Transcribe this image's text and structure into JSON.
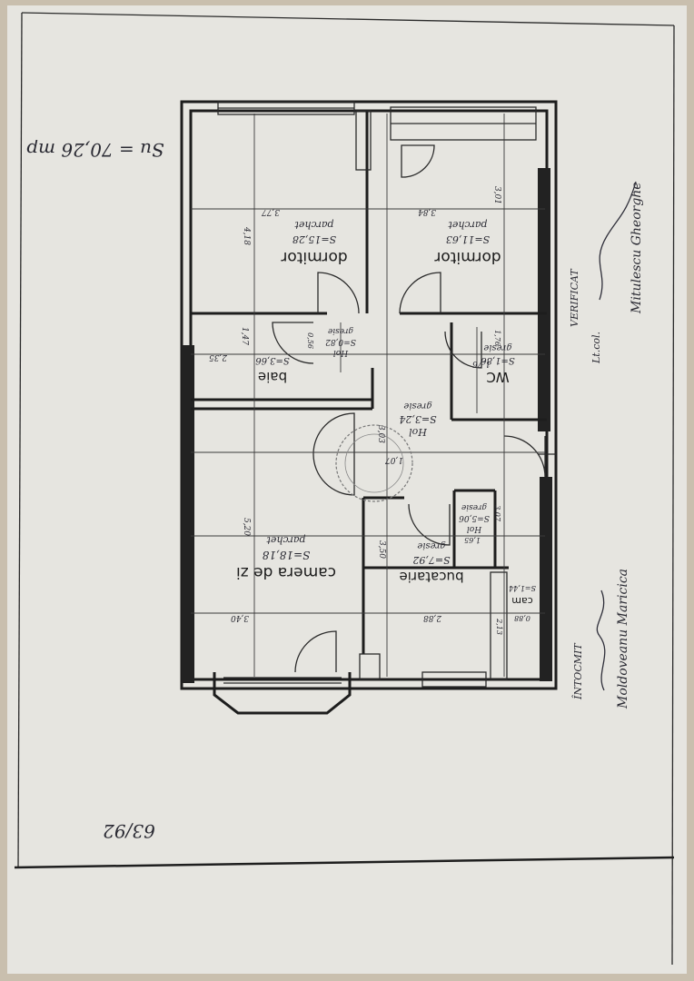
{
  "header": {
    "area_note": "Su = 70,26 mp"
  },
  "rooms": {
    "dormitor_left": {
      "name": "dormitor",
      "area": "S=15,28",
      "floor": "parchet",
      "dim_w": "3,77",
      "dim_h": "4,18"
    },
    "dormitor_right": {
      "name": "dormitor",
      "area": "S=11,63",
      "floor": "parchet",
      "dim_w": "3,84",
      "dim_h": "3,01"
    },
    "hol_small": {
      "name": "Hol",
      "area": "S=0,82",
      "floor": "gresie",
      "dim_w": "0,56",
      "dim_h": "1,47"
    },
    "baie": {
      "name": "baie",
      "area": "S=3,66",
      "dim_w": "2,35"
    },
    "wc": {
      "name": "WC",
      "area": "S=1,86",
      "floor": "gresie",
      "dim_w": "1,76",
      "dim_h": "1,76"
    },
    "hol_main": {
      "name": "Hol",
      "area": "S=3,24",
      "floor": "gresie",
      "dim_w": "3,03",
      "dim_h": "1,07"
    },
    "camera_de_zi": {
      "name": "camera de zi",
      "area": "S=18,18",
      "floor": "parchet",
      "dim_w": "3,40",
      "dim_h": "5,20"
    },
    "bucatarie": {
      "name": "bucatarie",
      "area": "S=7,92",
      "floor": "gresie",
      "dim_w": "2,88",
      "dim_h": "3,50"
    },
    "hol_entry": {
      "name": "Hol",
      "area": "S=5,06",
      "floor": "gresie",
      "dim_w": "3,07",
      "dim_h": "1,65"
    },
    "camara": {
      "name": "cam",
      "area": "S=1,44",
      "dim_w": "0,88",
      "dim_h": "2,13"
    }
  },
  "annotations": {
    "verified_label": "VERIFICAT",
    "verified_role": "Lt.col.",
    "verified_name": "Mitulescu Gheorghe",
    "drawn_label": "ÎNTOCMIT",
    "drawn_name": "Moldoveanu Maricica",
    "sheet_number": "63/92"
  }
}
